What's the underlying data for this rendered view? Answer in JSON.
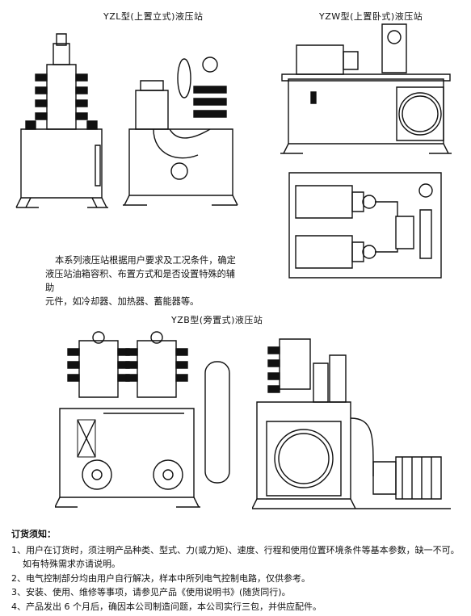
{
  "captions": {
    "yzl": "YZL型(上置立式)液压站",
    "yzw": "YZW型(上置卧式)液压站",
    "yzb": "YZB型(旁置式)液压站"
  },
  "description": [
    "本系列液压站根据用户要求及工况条件，确定",
    "液压站油箱容积、布置方式和是否设置特殊的辅助",
    "元件，如冷却器、加热器、蓄能器等。"
  ],
  "notes": {
    "title": "订货须知：",
    "items": [
      "1、用户在订货时，须注明产品种类、型式、力(或力矩)、速度、行程和使用位置环境条件等基本参数，缺一不可。",
      "如有特殊需求亦请说明。",
      "2、电气控制部分均由用户自行解决，样本中所列电气控制电路，仅供参考。",
      "3、安装、使用、维修等事项，请参见产品《使用说明书》(随货同行)。",
      "4、产品发出 6 个月后，确因本公司制造问题，本公司实行三包，并供应配件。"
    ]
  }
}
